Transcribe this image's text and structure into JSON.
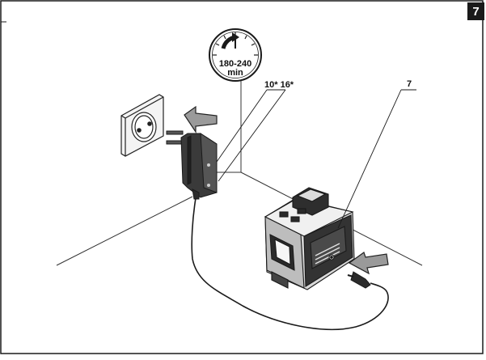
{
  "page": {
    "figure_number": "7"
  },
  "timer": {
    "duration": "180-240",
    "unit": "min",
    "icon": "clock-icon"
  },
  "callouts": {
    "adapter_refs": "10* 16*",
    "laser_ref": "7"
  },
  "colors": {
    "ink": "#1a1a1a",
    "arrow_fill": "#9a9a9a",
    "device_body": "#d8d8d8"
  }
}
